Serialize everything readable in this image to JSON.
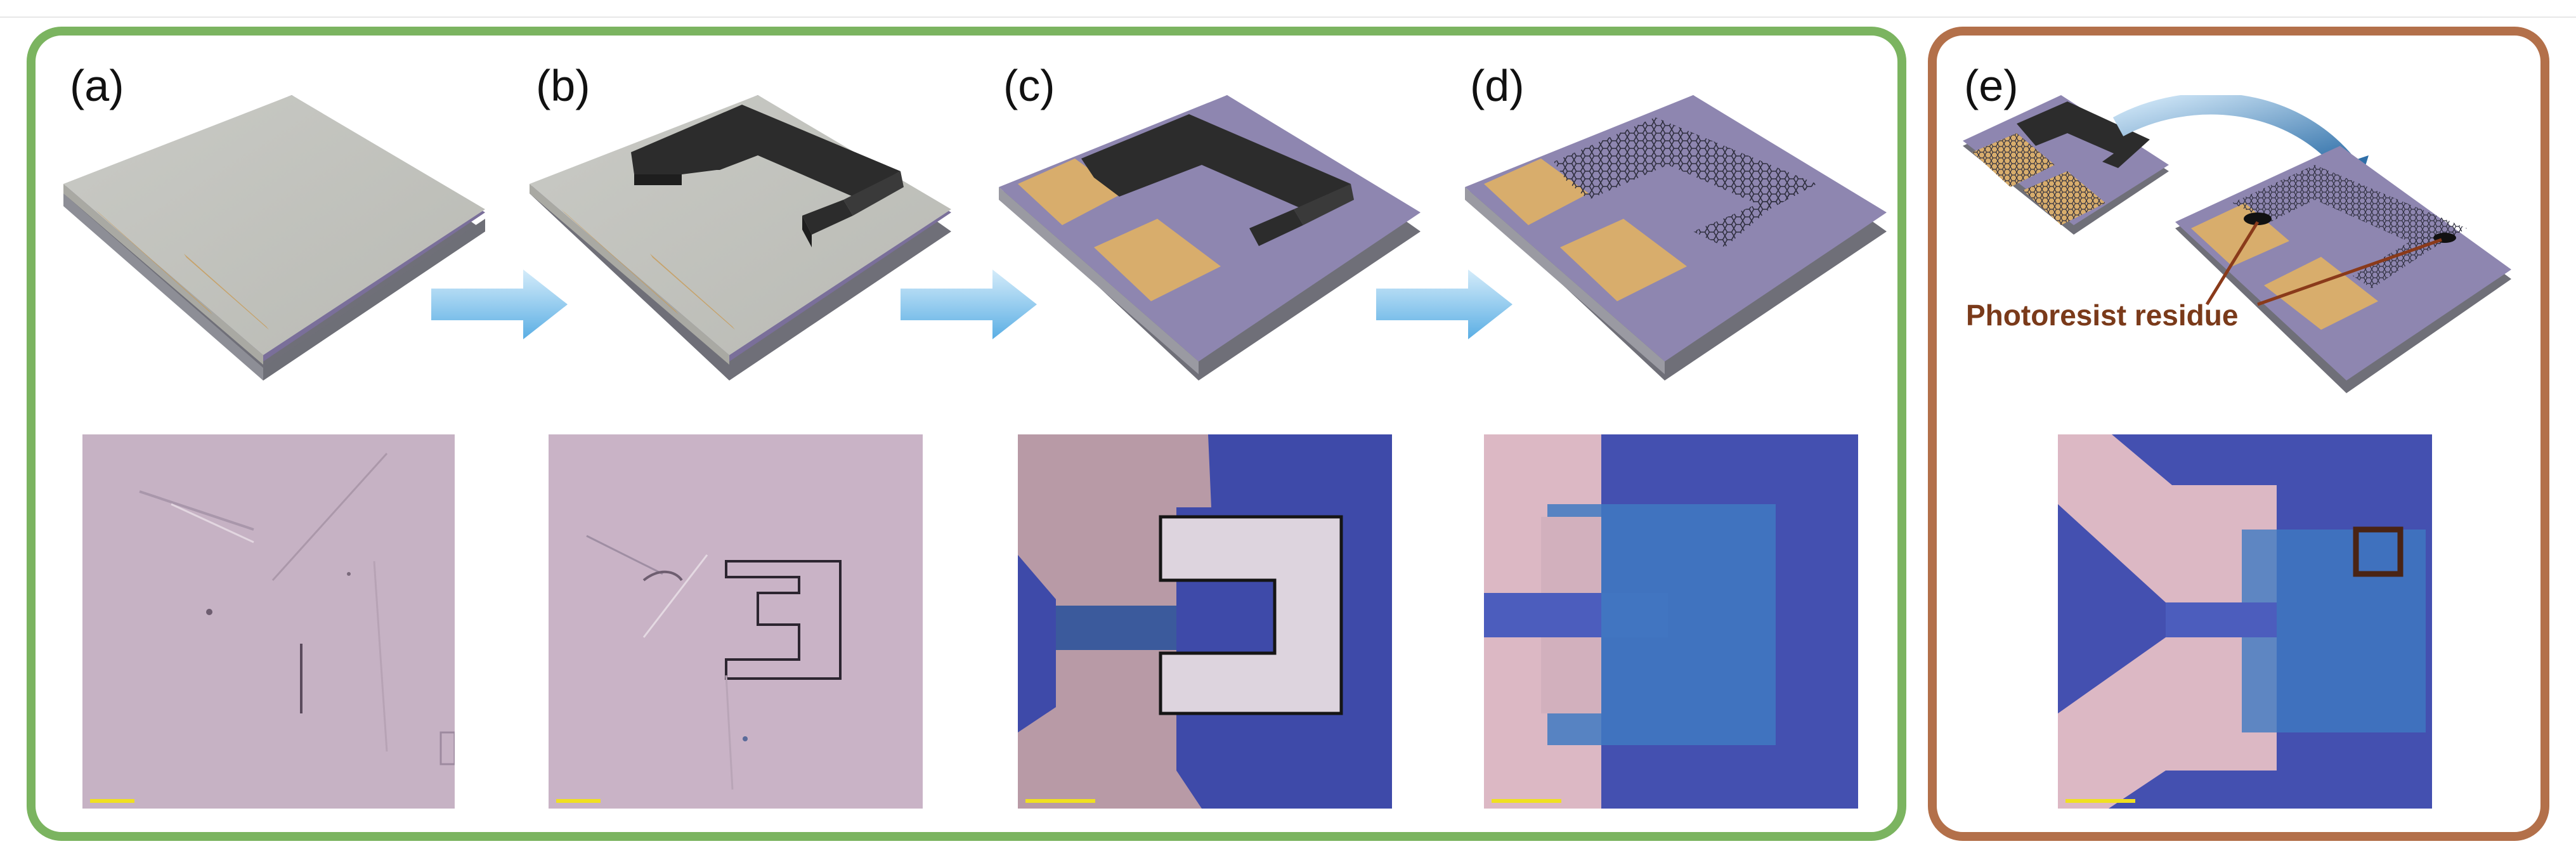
{
  "figure": {
    "panels": [
      {
        "label": "(a)"
      },
      {
        "label": "(b)"
      },
      {
        "label": "(c)"
      },
      {
        "label": "(d)"
      },
      {
        "label": "(e)"
      }
    ],
    "annotation": "Photoresist residue",
    "colors": {
      "green_frame": "#7bb460",
      "brown_frame": "#b3704a",
      "substrate_top": "#8e86b0",
      "substrate_side": "#7d7f86",
      "photoresist_gray": "#c8c9c4",
      "mask_black": "#2c2c2c",
      "gold_contact": "#d8ad6c",
      "arrow_blue": "#6fb8e6",
      "micro_pink": "#c9b3c4",
      "micro_blue": "#4450b0",
      "scalebar_yellow": "#f0e020"
    }
  }
}
